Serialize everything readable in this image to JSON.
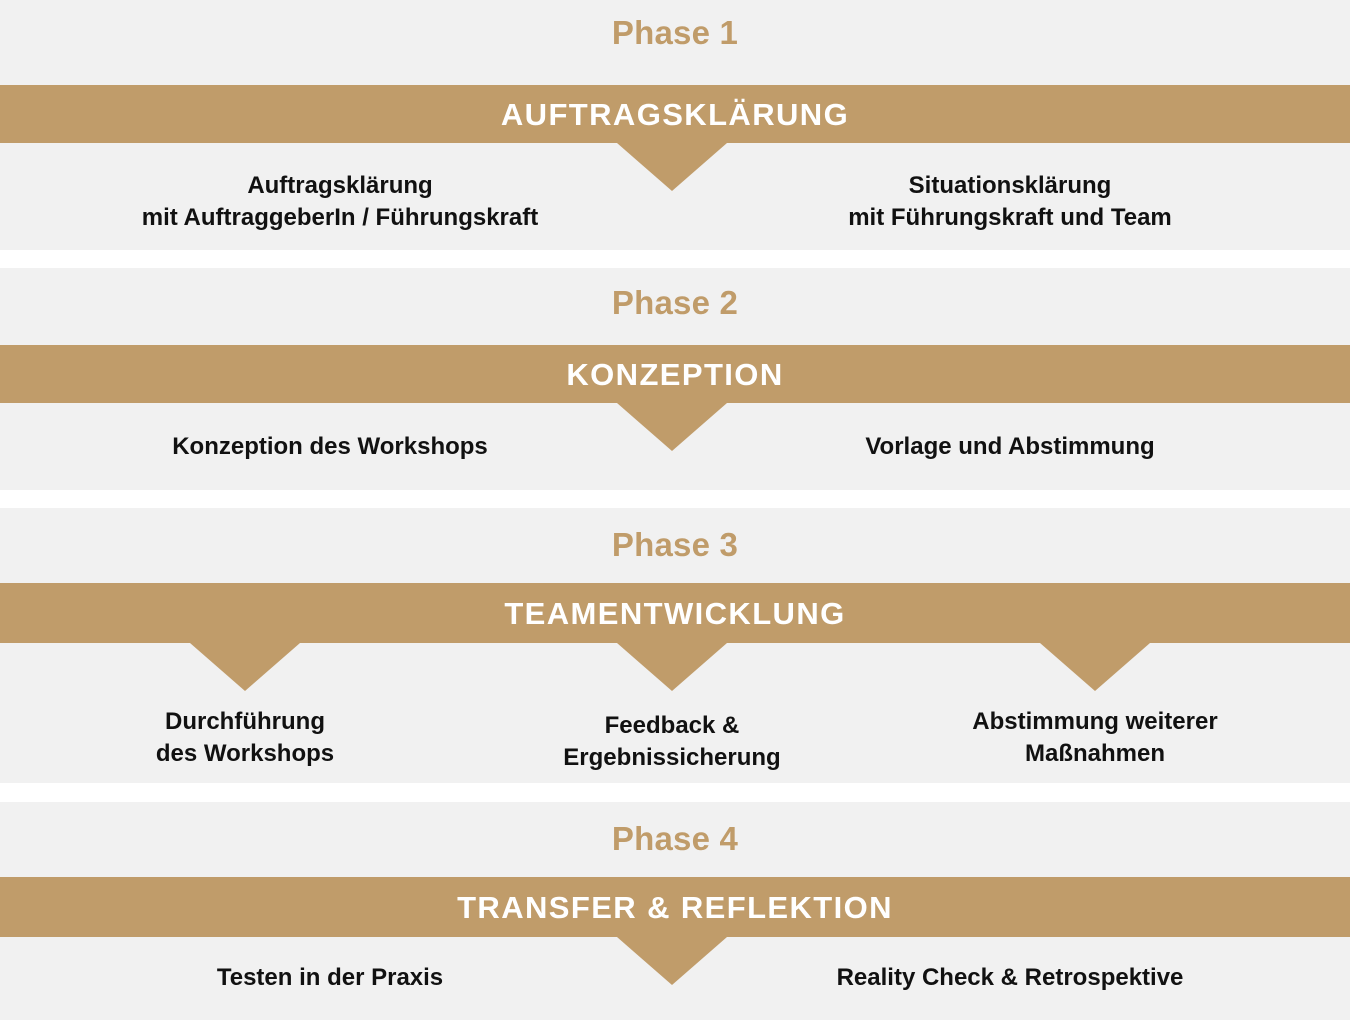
{
  "colors": {
    "accent": "#c09c6a",
    "panel_background": "#f1f1f1",
    "page_background": "#ffffff",
    "bar_label": "#ffffff",
    "item_label": "#111111"
  },
  "phases": [
    {
      "title": "Phase 1",
      "bar_label": "AUFTRAGSKLÄRUNG",
      "items": [
        "Auftragsklärung\nmit AuftraggeberIn / Führungskraft",
        "Situationsklärung\nmit Führungskraft und Team"
      ],
      "arrow_count": 1
    },
    {
      "title": "Phase 2",
      "bar_label": "KONZEPTION",
      "items": [
        "Konzeption des Workshops",
        "Vorlage und Abstimmung"
      ],
      "arrow_count": 1
    },
    {
      "title": "Phase 3",
      "bar_label": "TEAMENTWICKLUNG",
      "items": [
        "Durchführung\ndes Workshops",
        "Feedback &\nErgebnissicherung",
        "Abstimmung weiterer\nMaßnahmen"
      ],
      "arrow_count": 3
    },
    {
      "title": "Phase 4",
      "bar_label": "TRANSFER & REFLEKTION",
      "items": [
        "Testen in der Praxis",
        "Reality Check & Retrospektive"
      ],
      "arrow_count": 1
    }
  ]
}
